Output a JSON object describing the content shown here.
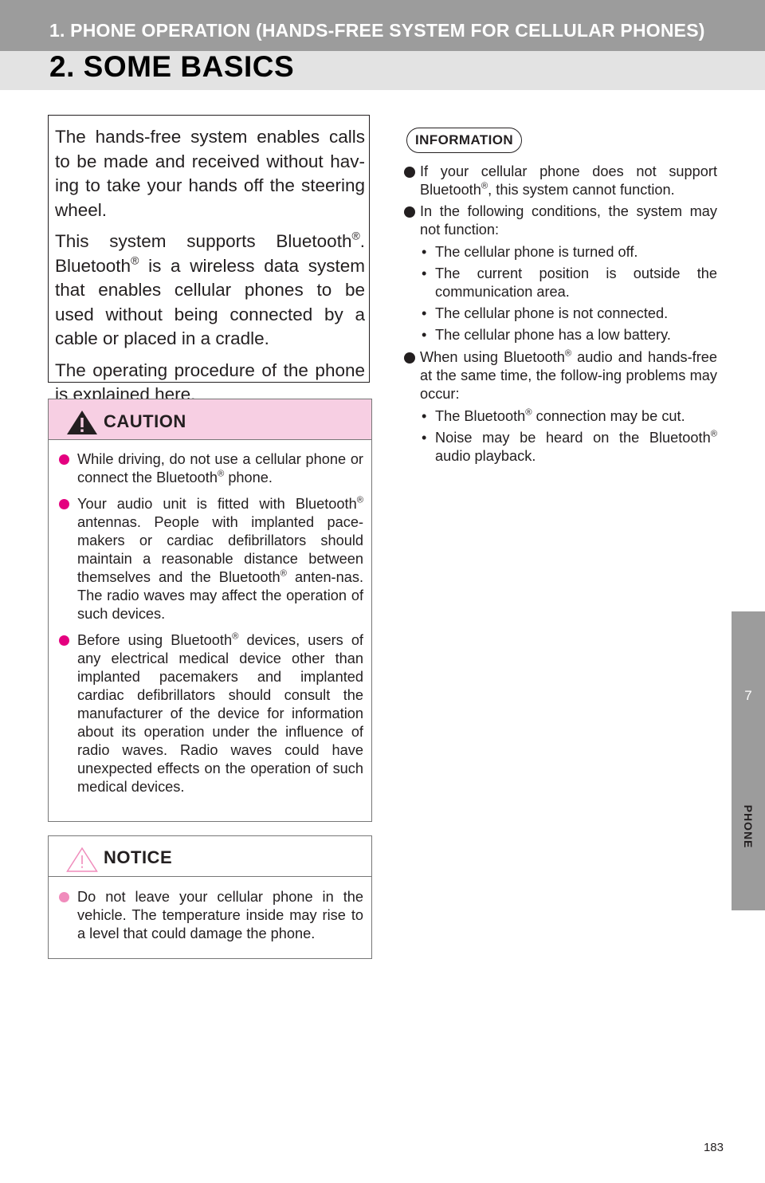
{
  "header": {
    "section_title": "1. PHONE OPERATION (HANDS-FREE SYSTEM FOR CELLULAR PHONES)",
    "page_title": "2. SOME BASICS"
  },
  "side_tab": {
    "number": "7",
    "label": "PHONE"
  },
  "intro": {
    "p1": "The hands-free system enables calls to be made and received without hav-ing to take your hands off the steering wheel.",
    "p2a": "This system supports Bluetooth",
    "p2b": ".",
    "p2c": "Bluetooth",
    "p2d": " is a wireless data system that enables cellular phones to be used without being connected by a cable or placed in a cradle.",
    "p3": "The operating procedure of the phone is explained here."
  },
  "reg_mark": "®",
  "caution": {
    "title": "CAUTION",
    "item1a": "While driving, do not use a cellular phone or connect the Bluetooth",
    "item1b": " phone.",
    "item2a": "Your audio unit is fitted with Bluetooth",
    "item2b": " antennas. People with implanted pace-makers or cardiac defibrillators should maintain a reasonable distance between themselves and the Bluetooth",
    "item2c": " anten-nas. The radio waves may affect the operation of such devices.",
    "item3a": "Before using Bluetooth",
    "item3b": " devices, users of any electrical medical device other than implanted pacemakers and implanted cardiac defibrillators should consult the manufacturer of the device for information about its operation under the influence of radio waves. Radio waves could have unexpected effects on the operation of such medical devices."
  },
  "notice": {
    "title": "NOTICE",
    "item1": "Do not leave your cellular phone in the vehicle. The temperature inside may rise to a level that could damage the phone."
  },
  "information": {
    "title": "INFORMATION",
    "item1a": "If your cellular phone does not support Bluetooth",
    "item1b": ", this system cannot function.",
    "item2": "In the following conditions, the system may not function:",
    "item2_sub": [
      "The cellular phone is turned off.",
      "The current position is outside the communication area.",
      "The cellular phone is not connected.",
      "The cellular phone has a low battery."
    ],
    "item3a": "When using Bluetooth",
    "item3b": " audio and hands-free at the same time, the follow-ing problems may occur:",
    "item3_sub1a": "The Bluetooth",
    "item3_sub1b": " connection may be cut.",
    "item3_sub2a": "Noise may be heard on the Bluetooth",
    "item3_sub2b": " audio playback."
  },
  "page_number": "183",
  "bullet_sub": "•"
}
